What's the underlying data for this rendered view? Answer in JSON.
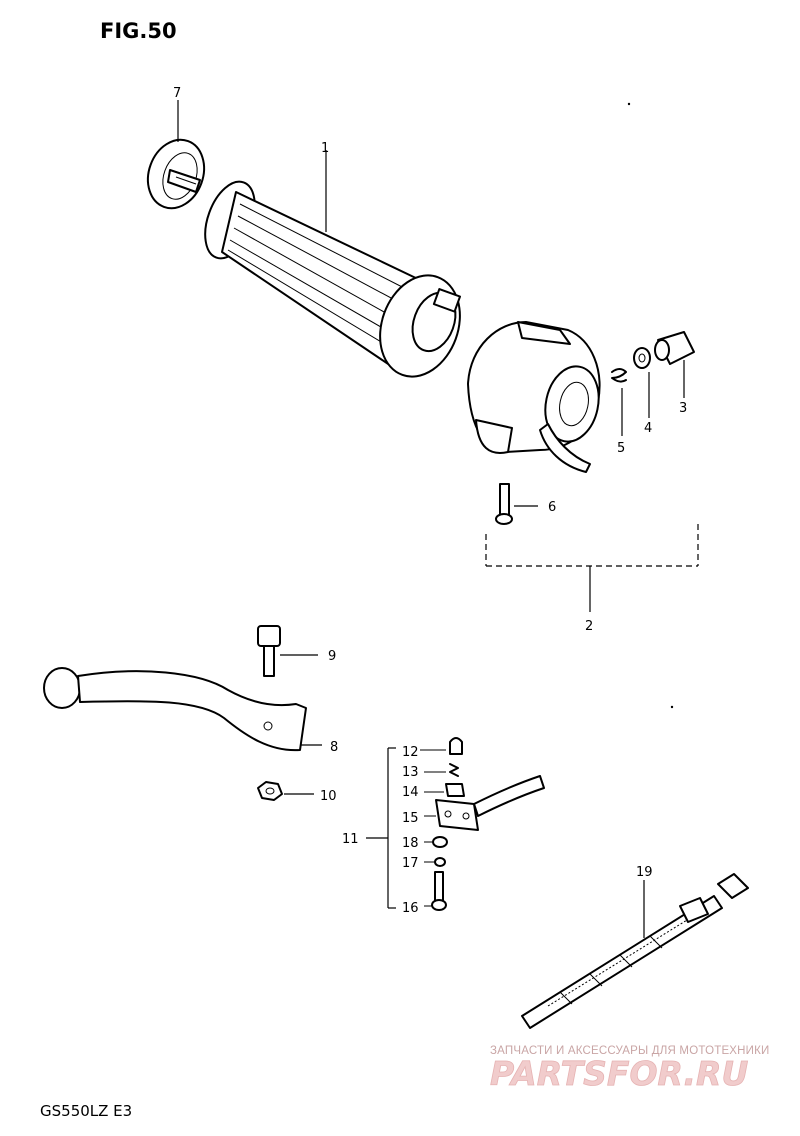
{
  "figure": {
    "title": "FIG.50",
    "model_code": "GS550LZ E3"
  },
  "callouts": [
    {
      "key": "c1",
      "text": "1"
    },
    {
      "key": "c2",
      "text": "2"
    },
    {
      "key": "c3",
      "text": "3"
    },
    {
      "key": "c4",
      "text": "4"
    },
    {
      "key": "c5",
      "text": "5"
    },
    {
      "key": "c6",
      "text": "6"
    },
    {
      "key": "c7",
      "text": "7"
    },
    {
      "key": "c8",
      "text": "8"
    },
    {
      "key": "c9",
      "text": "9"
    },
    {
      "key": "c10",
      "text": "10"
    },
    {
      "key": "c11",
      "text": "11"
    },
    {
      "key": "c12",
      "text": "12"
    },
    {
      "key": "c13",
      "text": "13"
    },
    {
      "key": "c14",
      "text": "14"
    },
    {
      "key": "c15",
      "text": "15"
    },
    {
      "key": "c16",
      "text": "16"
    },
    {
      "key": "c17",
      "text": "17"
    },
    {
      "key": "c18",
      "text": "18"
    },
    {
      "key": "c19",
      "text": "19"
    }
  ],
  "watermark": {
    "tagline": "ЗАПЧАСТИ И АКСЕССУАРЫ ДЛЯ МОТОТЕХНИКИ",
    "brand": "PARTSFOR.RU"
  },
  "colors": {
    "ink": "#000000",
    "paper": "#ffffff",
    "watermark": "#f1cccc"
  }
}
